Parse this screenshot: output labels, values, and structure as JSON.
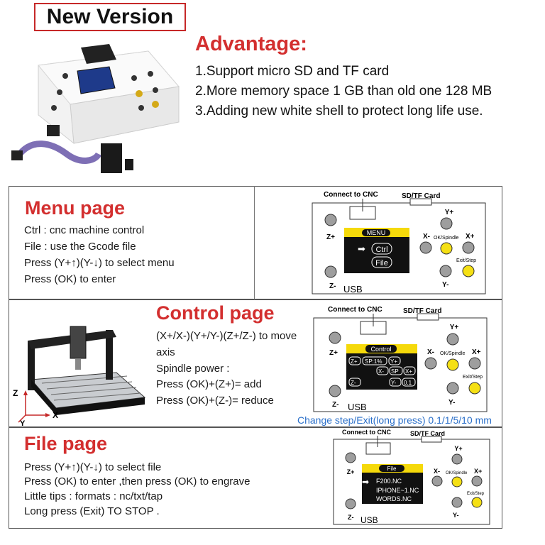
{
  "header": {
    "badge": "New Version",
    "advantage_title": "Advantage:",
    "advantages": [
      "1.Support micro SD and TF card",
      "2.More memory space 1 GB than old one 128 MB",
      "3.Adding new white shell to protect long life use."
    ]
  },
  "menu_page": {
    "title": "Menu page",
    "lines": [
      "Ctrl : cnc machine control",
      "File : use the Gcode file",
      "Press (Y+↑)(Y-↓) to select menu",
      "Press (OK) to enter"
    ],
    "diagram": {
      "connect_label": "Connect to CNC",
      "sd_label": "SD/TF Card",
      "screen_title": "MENU",
      "items": [
        "Ctrl",
        "File"
      ],
      "arrow": "➡",
      "btn_labels": {
        "y_plus": "Y+",
        "z_plus": "Z+",
        "x_minus": "X-",
        "ok": "OK/Spindle",
        "x_plus": "X+",
        "exit": "Exit/Step",
        "z_minus": "Z-",
        "y_minus": "Y-",
        "usb": "USB"
      }
    }
  },
  "control_page": {
    "title": "Control page",
    "lines": [
      "(X+/X-)(Y+/Y-)(Z+/Z-) to move",
      "axis",
      "Spindle power :",
      "Press (OK)+(Z+)= add",
      "Press (OK)+(Z-)= reduce"
    ],
    "axis_labels": {
      "z": "Z",
      "x": "X",
      "y": "Y"
    },
    "caption": "Change step/Exit(long press) 0.1/1/5/10 mm",
    "diagram": {
      "connect_label": "Connect to CNC",
      "sd_label": "SD/TF Card",
      "screen_title": "Control",
      "chips": [
        "Z+",
        "SP:1%",
        "Y+",
        "X-",
        "SP",
        "X+",
        "Z-",
        "Y-",
        "0.1"
      ],
      "btn_labels": {
        "y_plus": "Y+",
        "z_plus": "Z+",
        "x_minus": "X-",
        "ok": "OK/Spindle",
        "x_plus": "X+",
        "exit": "Exit/Step",
        "z_minus": "Z-",
        "y_minus": "Y-",
        "usb": "USB"
      }
    }
  },
  "file_page": {
    "title": "File page",
    "lines": [
      "Press (Y+↑)(Y-↓) to select file",
      "Press (OK) to enter ,then press (OK) to engrave",
      "Little tips : formats : nc/txt/tap",
      "Long press (Exit) TO STOP ."
    ],
    "diagram": {
      "connect_label": "Connect to CNC",
      "sd_label": "SD/TF Card",
      "screen_title": "File",
      "files": [
        "F200.NC",
        "IPHONE~1.NC",
        "WORDS.NC"
      ],
      "arrow": "➡",
      "btn_labels": {
        "y_plus": "Y+",
        "z_plus": "Z+",
        "x_minus": "X-",
        "ok": "OK/Spindle",
        "x_plus": "X+",
        "exit": "Exit/Step",
        "z_minus": "Z-",
        "y_minus": "Y-",
        "usb": "USB"
      }
    }
  },
  "colors": {
    "title_red": "#d32f2f",
    "badge_border": "#c62828",
    "screen_yellow": "#f5d90a",
    "button_gray": "#9e9e9e",
    "button_yellow": "#f5e014",
    "caption_blue": "#2a6fc9"
  }
}
